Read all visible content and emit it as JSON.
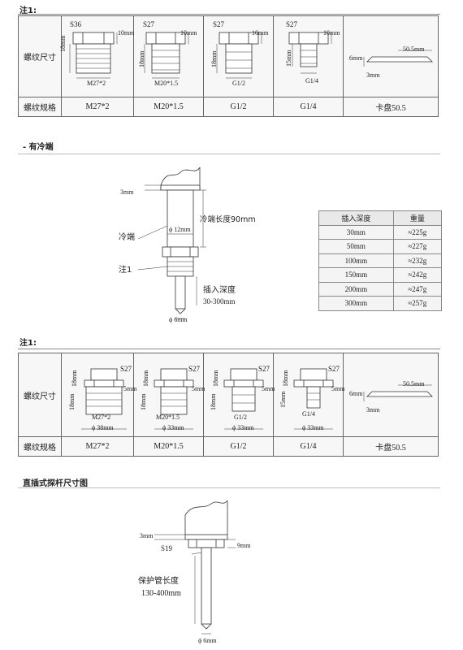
{
  "section1": {
    "note": "注1:",
    "row_size_label": "螺纹尺寸",
    "row_spec_label": "螺纹规格",
    "fittings": [
      {
        "hex": "S36",
        "hex_h": "10mm",
        "thread_h": "18mm",
        "thread": "M27*2"
      },
      {
        "hex": "S27",
        "hex_h": "10mm",
        "thread_h": "18mm",
        "thread": "M20*1.5"
      },
      {
        "hex": "S27",
        "hex_h": "10mm",
        "thread_h": "18mm",
        "thread": "G1/2"
      },
      {
        "hex": "S27",
        "hex_h": "10mm",
        "thread_h": "15mm",
        "thread": "G1/4"
      }
    ],
    "clamp": {
      "dia": "50.5mm",
      "h1": "6mm",
      "h2": "3mm",
      "spec": "卡盘50.5"
    }
  },
  "section2": {
    "title": "- 有冷端",
    "d_top": "3mm",
    "cold_end": "冷端",
    "phi12": "ϕ 12mm",
    "cold_len": "冷端长度90mm",
    "note1": "注1",
    "insert_label": "插入深度",
    "insert_range": "30-300mm",
    "phi6": "ϕ 6mm",
    "weights": {
      "head": [
        "插入深度",
        "重量"
      ],
      "rows": [
        [
          "30mm",
          "≈225g"
        ],
        [
          "50mm",
          "≈227g"
        ],
        [
          "100mm",
          "≈232g"
        ],
        [
          "150mm",
          "≈242g"
        ],
        [
          "200mm",
          "≈247g"
        ],
        [
          "300mm",
          "≈257g"
        ]
      ]
    }
  },
  "section3": {
    "note": "注1:",
    "row_size_label": "螺纹尺寸",
    "row_spec_label": "螺纹规格",
    "fittings": [
      {
        "hex": "S27",
        "top_h": "18mm",
        "hex_h": "5mm",
        "thread_h": "18mm",
        "thread": "M27*2",
        "dia": "ϕ 38mm"
      },
      {
        "hex": "S27",
        "top_h": "18mm",
        "hex_h": "5mm",
        "thread_h": "18mm",
        "thread": "M20*1.5",
        "dia": "ϕ 33mm"
      },
      {
        "hex": "S27",
        "top_h": "18mm",
        "hex_h": "5mm",
        "thread_h": "18mm",
        "thread": "G1/2",
        "dia": "ϕ 33mm"
      },
      {
        "hex": "S27",
        "top_h": "18mm",
        "hex_h": "5mm",
        "thread_h": "15mm",
        "thread": "G1/4",
        "dia": "ϕ 33mm"
      }
    ],
    "clamp": {
      "dia": "50.5mm",
      "h1": "6mm",
      "h2": "3mm",
      "spec": "卡盘50.5"
    }
  },
  "section4": {
    "title": "直插式探杆尺寸图",
    "d_top": "3mm",
    "hex": "S19",
    "hex_h": "9mm",
    "tube_label": "保护管长度",
    "tube_range": "130-400mm",
    "phi6": "ϕ 6mm"
  }
}
